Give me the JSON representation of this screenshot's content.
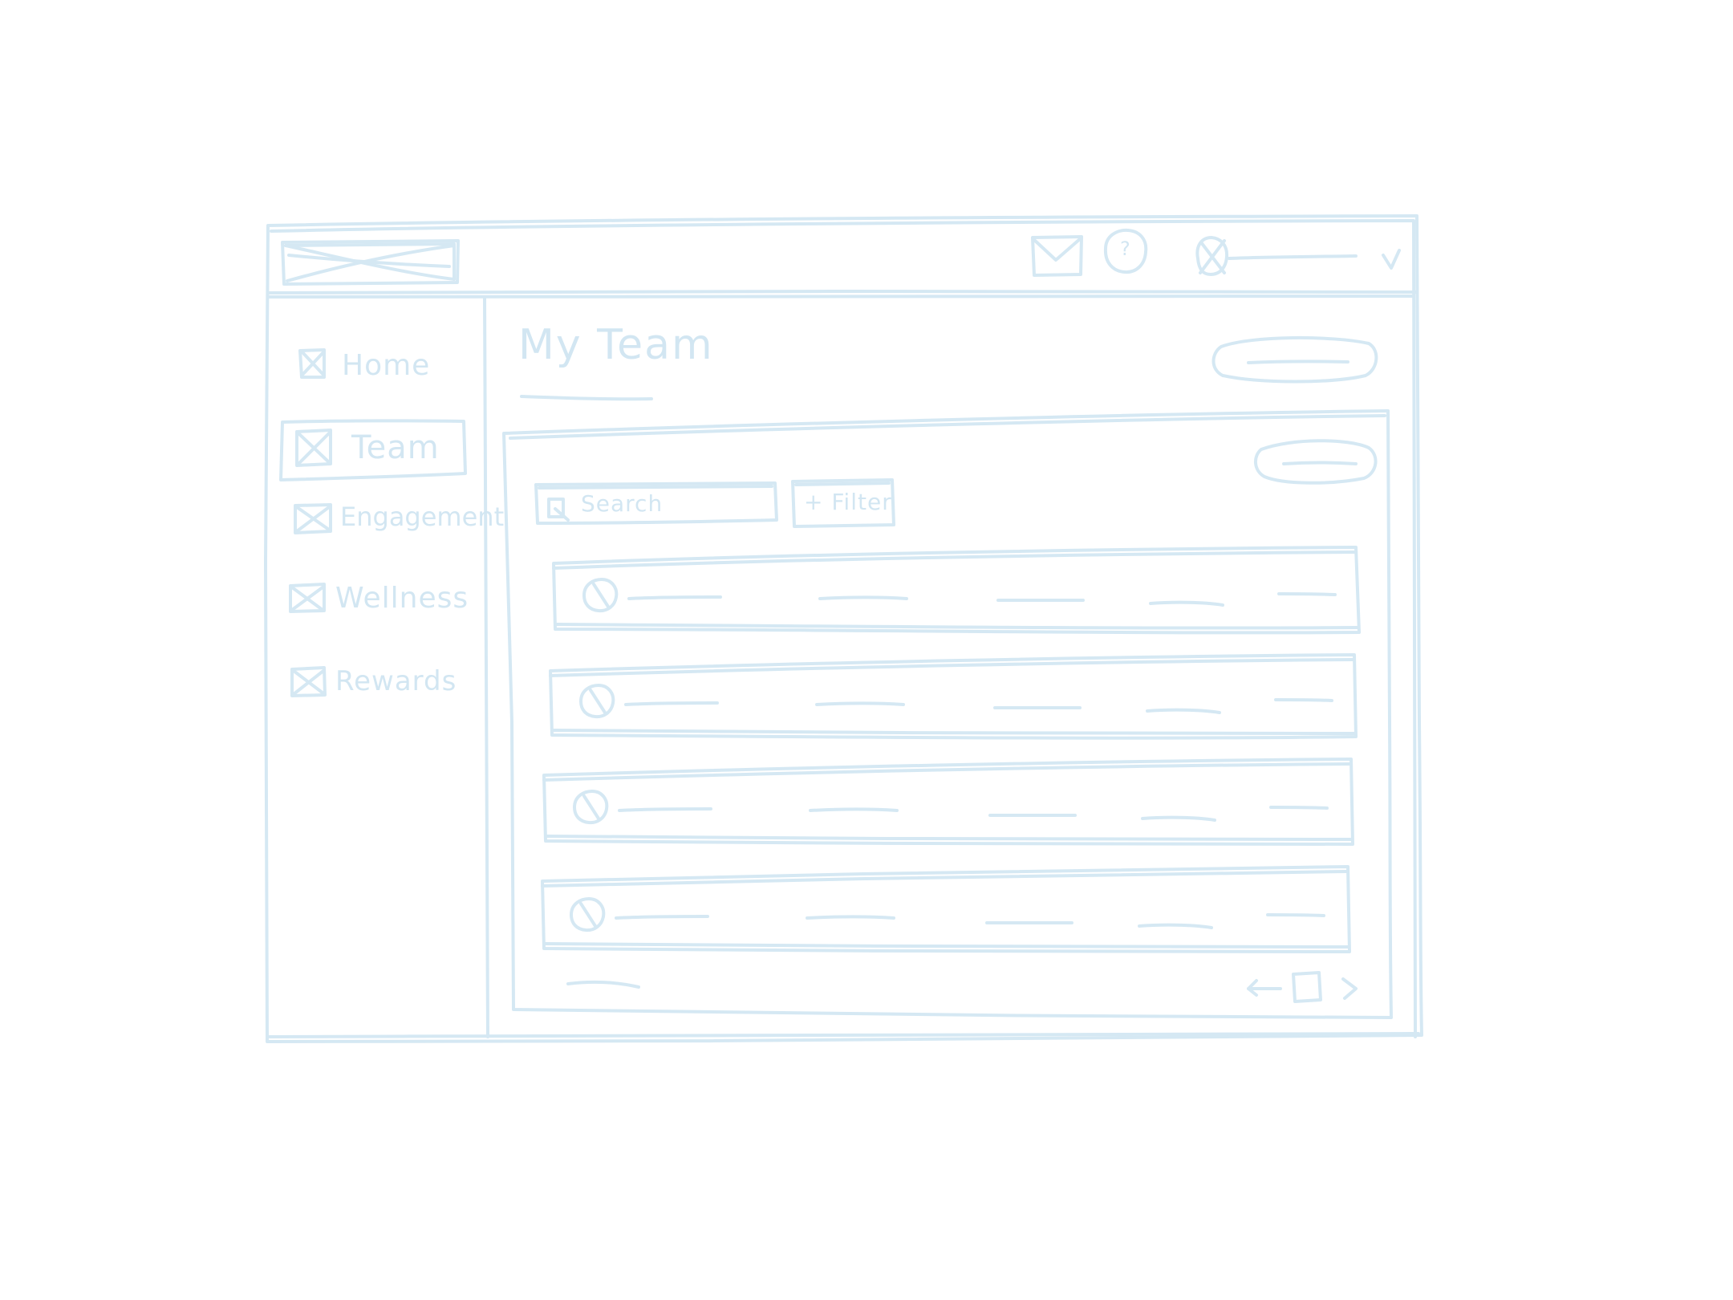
{
  "sidebar": {
    "items": [
      {
        "label": "Home",
        "icon": "image-placeholder-icon",
        "selected": false
      },
      {
        "label": "Team",
        "icon": "image-placeholder-icon",
        "selected": true
      },
      {
        "label": "Engagement",
        "icon": "image-placeholder-icon",
        "selected": false
      },
      {
        "label": "Wellness",
        "icon": "image-placeholder-icon",
        "selected": false
      },
      {
        "label": "Rewards",
        "icon": "image-placeholder-icon",
        "selected": false
      }
    ]
  },
  "header": {
    "logo_icon": "logo-placeholder-icon",
    "mail_icon": "mail-icon",
    "help_icon": "help-icon",
    "help_glyph": "?",
    "avatar_icon": "avatar-icon",
    "dropdown_icon": "chevron-down-icon",
    "dropdown_glyph": "v"
  },
  "main": {
    "title": "My Team",
    "search": {
      "placeholder": "Search",
      "icon": "search-icon"
    },
    "filter": {
      "label": "+ Filter"
    },
    "list_rows": 4,
    "pagination": {
      "prev_icon": "arrow-left-icon",
      "next_icon": "chevron-right-icon",
      "page_icon": "page-box-icon"
    }
  },
  "colors": {
    "stroke": "#d5e8f3",
    "background": "#ffffff"
  }
}
